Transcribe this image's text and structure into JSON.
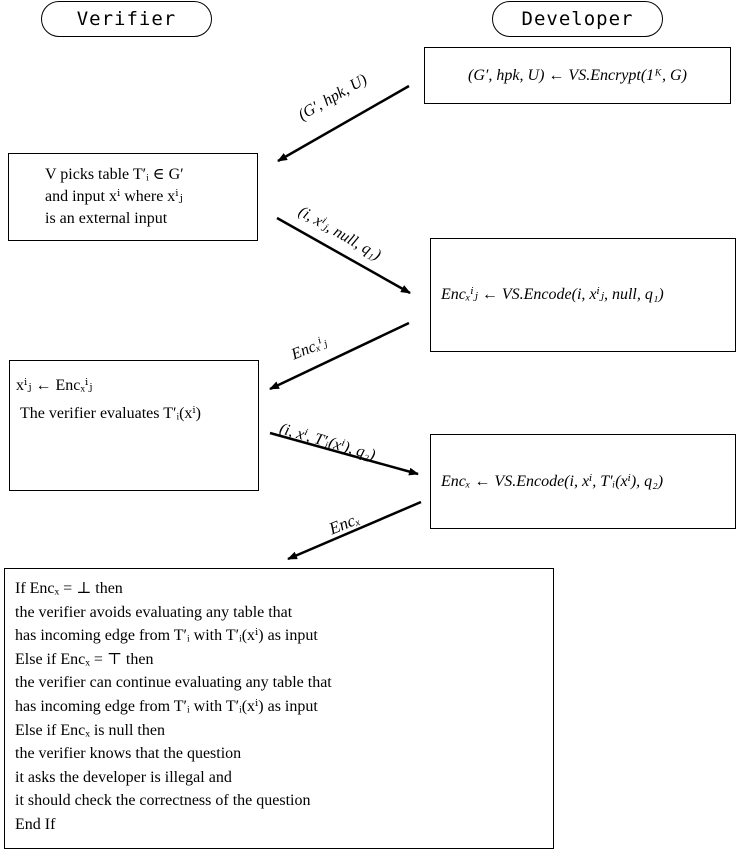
{
  "roles": {
    "verifier": "Verifier",
    "developer": "Developer"
  },
  "boxes": {
    "encrypt": "(G′, hpk, U) ← VS.Encrypt(1ᴷ, G)",
    "pick_table": [
      "V picks table T′ᵢ ∈ G′",
      "and input xⁱ where xⁱⱼ",
      "is an external input"
    ],
    "encode1": "Encₓⁱⱼ ← VS.Encode(i, xⁱⱼ, null, q₁)",
    "evaluate": [
      "xⁱⱼ ← Encₓⁱⱼ",
      "The verifier evaluates T′ᵢ(xⁱ)"
    ],
    "encode2": "Encₓ ← VS.Encode(i, xⁱ, T′ᵢ(xⁱ), q₂)",
    "decision": [
      "If Encₓ = ⊥ then",
      "the verifier avoids evaluating any table that",
      "has incoming edge from T′ᵢ with T′ᵢ(xⁱ) as input",
      "Else if Encₓ = ⊤ then",
      "the verifier can continue evaluating any table that",
      "has incoming edge from T′ᵢ with T′ᵢ(xⁱ) as input",
      "Else if Encₓ is null then",
      "the verifier knows that the question",
      "it asks the developer is illegal and",
      "it should check the correctness of the question",
      "End If"
    ]
  },
  "edges": {
    "e1": "(G′, hpk, U)",
    "e2": "(i, xⁱⱼ, null, q₁)",
    "e3": "Encₓⁱⱼ",
    "e4": "(i, xⁱ, T′ᵢ(xⁱ), q₂)",
    "e5": "Encₓ"
  }
}
